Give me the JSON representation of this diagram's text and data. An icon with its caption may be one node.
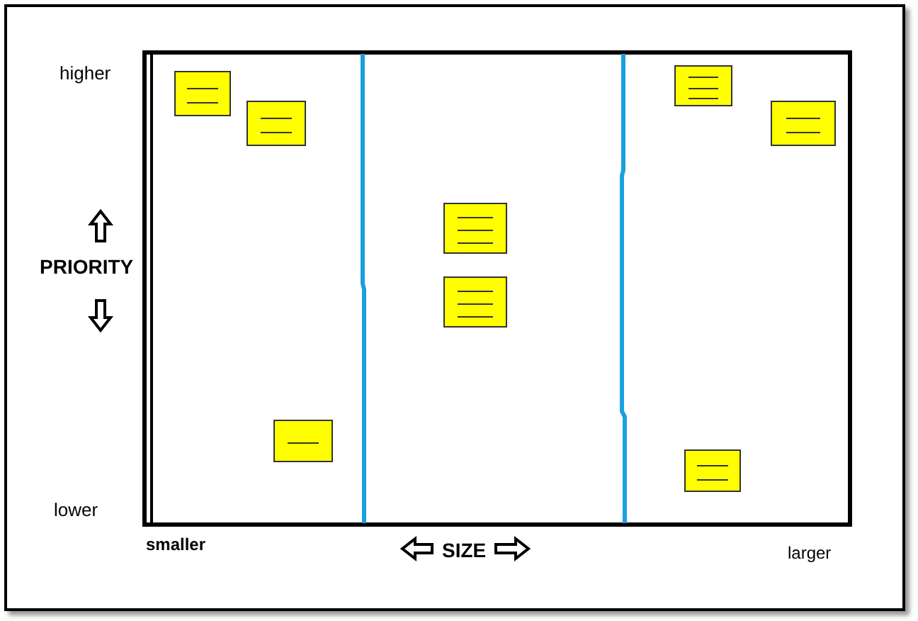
{
  "diagram": {
    "nodes": [
      {
        "text": [],
        "shape": "box"
      },
      {
        "text": [],
        "shape": "box"
      },
      {
        "text": [],
        "shape": "box"
      },
      {
        "text": [],
        "shape": "box"
      },
      {
        "text": [],
        "shape": "box"
      },
      {
        "text": [],
        "shape": "box"
      },
      {
        "text": [],
        "shape": "box"
      },
      {
        "text": [],
        "shape": "box"
      }
    ],
    "edges": [],
    "labels": [
      "higher",
      "PRIORITY",
      "lower",
      "smaller",
      "SIZE",
      "larger"
    ]
  }
}
